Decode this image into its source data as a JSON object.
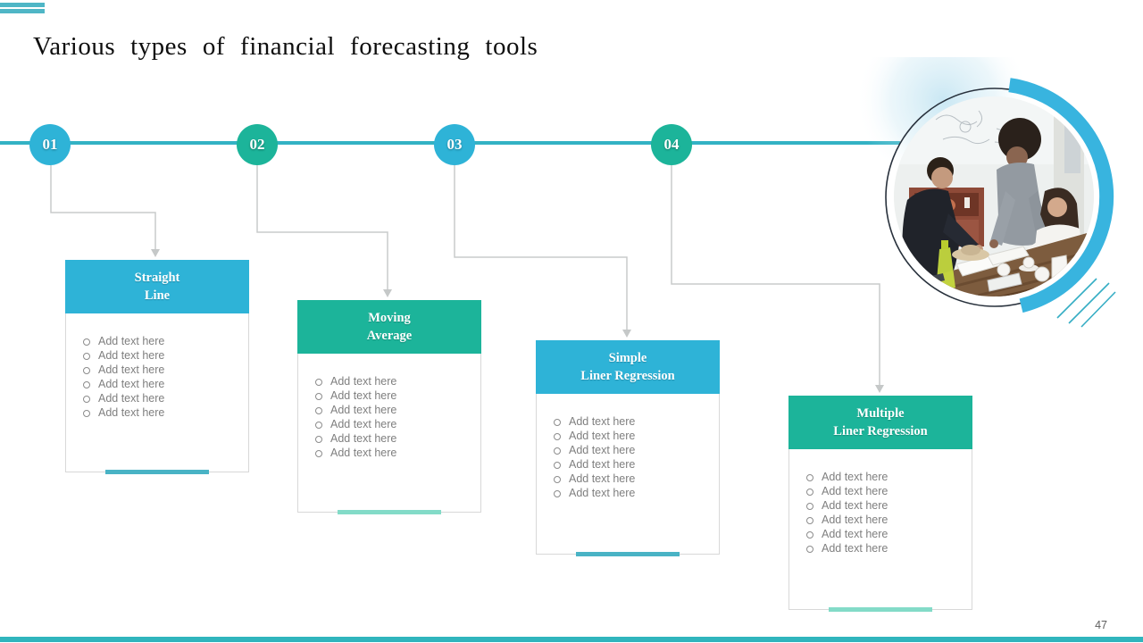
{
  "slide": {
    "title": "Various types of financial forecasting tools",
    "page_number": "47"
  },
  "theme": {
    "cyan": "#2eb3d7",
    "teal_green": "#1cb49a",
    "timeline_color": "#33b2c4",
    "accent_cyan": "#49b3c5",
    "accent_mint": "#83dbc8",
    "connector_gray": "#c9cbcb",
    "body_text_gray": "#7f7f7f",
    "top_bar_color": "#4fb6c6",
    "bottom_bar_color": "#30b5bd"
  },
  "timeline": {
    "steps": [
      {
        "number": "01"
      },
      {
        "number": "02"
      },
      {
        "number": "03"
      },
      {
        "number": "04"
      }
    ]
  },
  "cards": [
    {
      "title_line1": "Straight",
      "title_line2": "Line",
      "items": [
        "Add text here",
        "Add text here",
        "Add text here",
        "Add text here",
        "Add text here",
        "Add text here"
      ]
    },
    {
      "title_line1": "Moving",
      "title_line2": "Average",
      "items": [
        "Add text here",
        "Add text here",
        "Add text here",
        "Add text here",
        "Add text here",
        "Add text here"
      ]
    },
    {
      "title_line1": "Simple",
      "title_line2": "Liner Regression",
      "items": [
        "Add text here",
        "Add text here",
        "Add text here",
        "Add text here",
        "Add text here",
        "Add text here"
      ]
    },
    {
      "title_line1": "Multiple",
      "title_line2": "Liner Regression",
      "items": [
        "Add text here",
        "Add text here",
        "Add text here",
        "Add text here",
        "Add text here",
        "Add text here"
      ]
    }
  ],
  "image": {
    "name": "team-meeting-photo"
  }
}
